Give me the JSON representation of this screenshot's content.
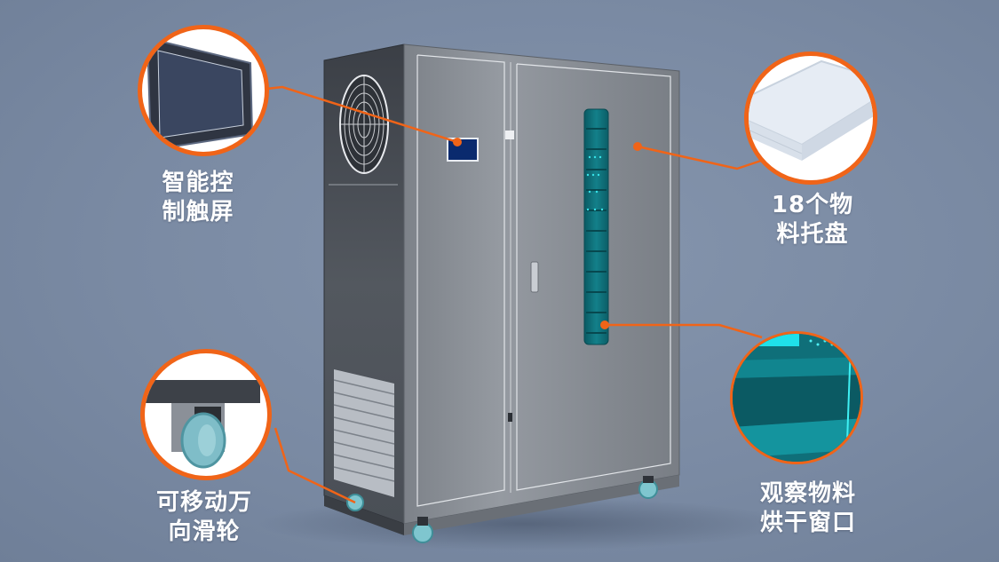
{
  "colors": {
    "background": "#7a8aa3",
    "accent_orange": "#f06418",
    "cabinet_gray": "#8a8f96",
    "window_teal": "#0e6f78",
    "screen_blue": "#0a2a6e"
  },
  "callouts": [
    {
      "id": "touch-screen",
      "line1": "智能控",
      "line2": "制触屏"
    },
    {
      "id": "trays",
      "line1": "18个物",
      "line2": "料托盘"
    },
    {
      "id": "casters",
      "line1": "可移动万",
      "line2": "向滑轮"
    },
    {
      "id": "window",
      "line1": "观察物料",
      "line2": "烘干窗口"
    }
  ]
}
